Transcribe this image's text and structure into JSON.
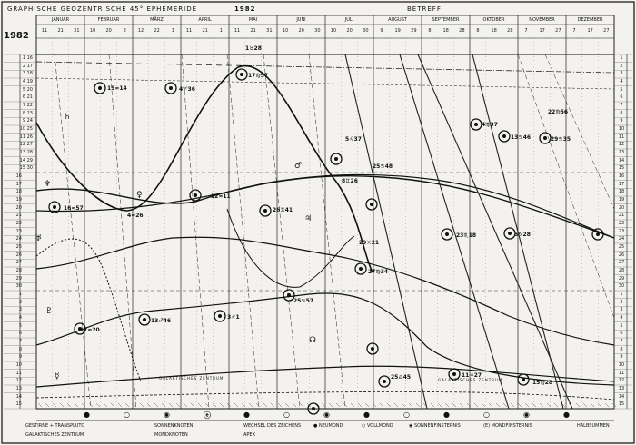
{
  "header": {
    "title": "GRAPHISCHE GEOZENTRISCHE 45° EPHEMERIDE",
    "year_top": "1982",
    "betreff": "BETREFF",
    "year_side": "1982"
  },
  "months": [
    "JANUAR",
    "FEBRUAR",
    "MÄRZ",
    "APRIL",
    "MAI",
    "JUNI",
    "JULI",
    "AUGUST",
    "SEPTEMBER",
    "OKTOBER",
    "NOVEMBER",
    "DEZEMBER"
  ],
  "days": [
    "11",
    "21",
    "31",
    "10",
    "20",
    "2",
    "12",
    "22",
    "1",
    "11",
    "21",
    "1",
    "11",
    "21",
    "31",
    "10",
    "20",
    "30",
    "10",
    "20",
    "30",
    "9",
    "19",
    "29",
    "8",
    "18",
    "28",
    "8",
    "18",
    "28",
    "7",
    "17",
    "27",
    "7",
    "17",
    "27"
  ],
  "left_scale": [
    "1 16",
    "2 17",
    "3 18",
    "4 19",
    "5 20",
    "6 21",
    "7 22",
    "8 23",
    "9 24",
    "10 25",
    "11 26",
    "12 27",
    "13 28",
    "14 29",
    "15 30",
    "16",
    "17",
    "18",
    "19",
    "20",
    "21",
    "22",
    "23",
    "24",
    "25",
    "26",
    "27",
    "28",
    "29",
    "30",
    "1",
    "2",
    "3",
    "4",
    "5",
    "6",
    "7",
    "8",
    "9",
    "10",
    "11",
    "12",
    "13",
    "14",
    "15"
  ],
  "right_scale": [
    "1",
    "2",
    "3",
    "4",
    "5",
    "6",
    "7",
    "8",
    "9",
    "10",
    "11",
    "12",
    "13",
    "14",
    "15",
    "16",
    "17",
    "18",
    "19",
    "20",
    "21",
    "22",
    "23",
    "24",
    "25",
    "26",
    "27",
    "28",
    "29",
    "30",
    "1",
    "2",
    "3",
    "4",
    "5",
    "6",
    "7",
    "8",
    "9",
    "10",
    "11",
    "12",
    "13",
    "14",
    "15"
  ],
  "legend": {
    "row1": [
      "GESTIRNE + TRANSPLUTO",
      "SONNENKNOTEN",
      "WECHSEL DES ZEICHENS",
      "● NEUMOND",
      "○ VOLLMOND",
      "◉ SONNENFINSTERNIS",
      "(E) MONDFINSTERNIS",
      "HALBSUMMEN"
    ],
    "row2": [
      "GALAKTISCHES ZENTRUM",
      "MONDKNOTEN",
      "APEX"
    ]
  },
  "galactic_label": "GALAKTISCHES ZENTRUM",
  "planet_glyphs": [
    {
      "glyph": "♆"
    },
    {
      "glyph": "♅"
    },
    {
      "glyph": "♇"
    },
    {
      "glyph": "♄"
    },
    {
      "glyph": "♃"
    },
    {
      "glyph": "♂"
    },
    {
      "glyph": "♀"
    },
    {
      "glyph": "☿"
    },
    {
      "glyph": "☊"
    }
  ],
  "annotations": [
    "19≈14",
    "4♈36",
    "17♍57",
    "12≈11",
    "4≈26",
    "1♉28",
    "26♊41",
    "8♊26",
    "25♋48",
    "5♌37",
    "13♋46",
    "4♍37",
    "29♋35",
    "22♍56",
    "23♏18",
    "5♑28",
    "16≈57",
    "29♓21",
    "25♋57",
    "17≈20",
    "13♐46",
    "3♌1",
    "27♍34",
    "25♎45",
    "15♍28",
    "11♒27"
  ],
  "lunar_markers": [
    "●",
    "○",
    "◉",
    "ⓔ",
    "●",
    "○",
    "◉",
    "●",
    "○",
    "●",
    "○",
    "◉",
    "●"
  ]
}
